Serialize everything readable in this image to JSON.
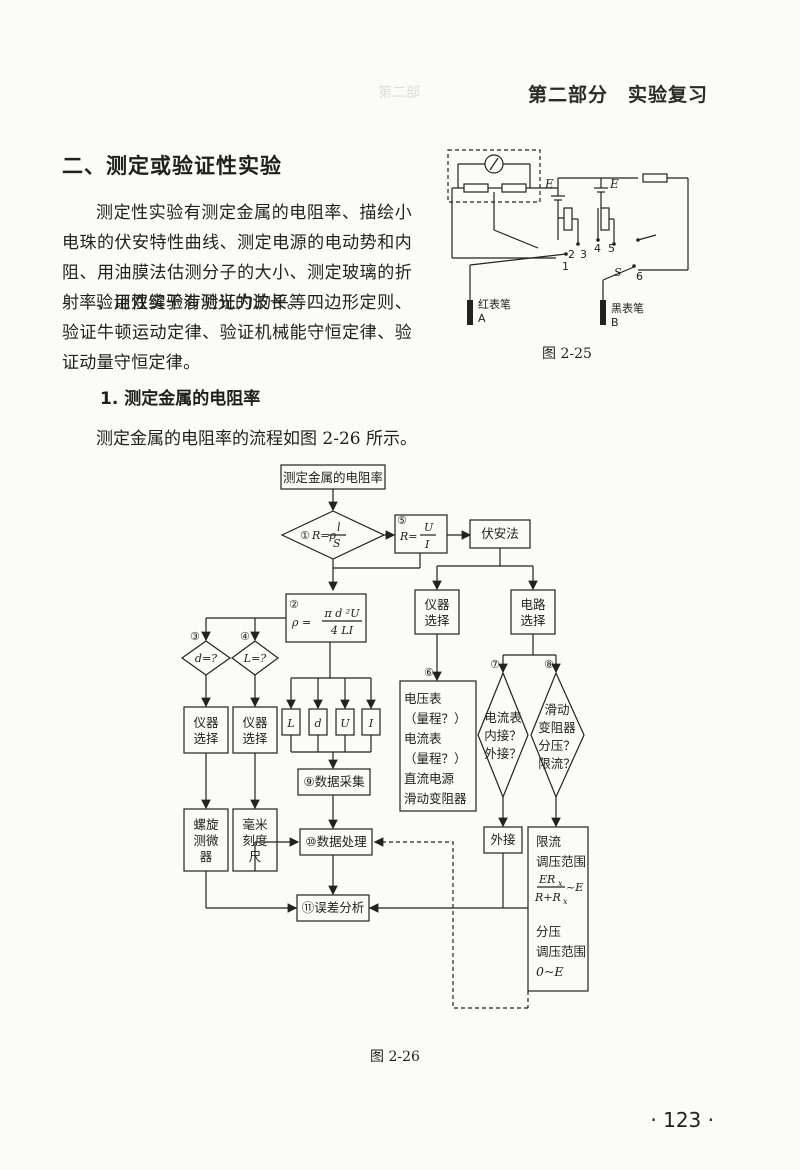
{
  "header": {
    "section": "第二部分　实验复习",
    "left_faint": "第二部"
  },
  "section_title": "二、测定或验证性实验",
  "paragraphs": [
    "测定性实验有测定金属的电阻率、描绘小电珠的伏安特性曲线、测定电源的电动势和内阻、用油膜法估测分子的大小、测定玻璃的折射率、用双缝干涉测光的波长。",
    "验证性实验有验证力的平等四边形定则、验证牛顿运动定律、验证机械能守恒定律、验证动量守恒定律。"
  ],
  "subsection_title": "1. 测定金属的电阻率",
  "flow_intro": "测定金属的电阻率的流程如图 2-26 所示。",
  "circuit": {
    "caption": "图 2-25",
    "label_E1": "E",
    "label_E2": "E",
    "terminals": [
      "1",
      "2",
      "3",
      "4",
      "5",
      "6"
    ],
    "label_S": "S",
    "red_probe": "红表笔",
    "red_letter": "A",
    "black_probe": "黑表笔",
    "black_letter": "B"
  },
  "flowchart": {
    "caption": "图 2-26",
    "start": "测定金属的电阻率",
    "n1_num": "①",
    "n1_formula": "R=ρ",
    "n1_num_frac": "l",
    "n1_den_frac": "S",
    "n5_num": "⑤",
    "n5_formula": "R=",
    "n5_num_frac": "U",
    "n5_den_frac": "I",
    "volt_amp": "伏安法",
    "n2_num": "②",
    "n2_rho": "ρ =",
    "n2_num_frac": "π d ²U",
    "n2_den_frac": "4 LI",
    "n3_num": "③",
    "n3_text": "d=?",
    "n4_num": "④",
    "n4_text": "L=?",
    "instr_select_1": [
      "仪器",
      "选择"
    ],
    "instr_select_2": [
      "仪器",
      "选择"
    ],
    "vars": [
      "L",
      "d",
      "U",
      "I"
    ],
    "micrometer": [
      "螺旋",
      "测微",
      "器"
    ],
    "ruler": [
      "毫米",
      "刻度",
      "尺"
    ],
    "data_collect": "⑨数据采集",
    "data_process": "⑩数据处理",
    "error_analysis": "⑪误差分析",
    "instr_select_3": [
      "仪器",
      "选择"
    ],
    "circuit_select": [
      "电路",
      "选择"
    ],
    "n6_num": "⑥",
    "instr_list": [
      "电压表",
      "（量程？）",
      "电流表",
      "（量程？）",
      "直流电源",
      "滑动变阻器"
    ],
    "n7_num": "⑦",
    "n7_text": [
      "电流表",
      "内接？",
      "外接？"
    ],
    "n8_num": "⑧",
    "n8_text": [
      "滑动",
      "变阻器",
      "分压？",
      "限流？"
    ],
    "outer": "外接",
    "range_box": {
      "l1": "限流",
      "l2": "调压范围",
      "frac_num": "ER",
      "frac_num_sub": "x",
      "frac_den": "R+R",
      "frac_den_sub": "x",
      "frac_tail": "~E",
      "l3": "分压",
      "l4": "调压范围",
      "l5": "0~E"
    }
  },
  "page_number": "· 123 ·"
}
